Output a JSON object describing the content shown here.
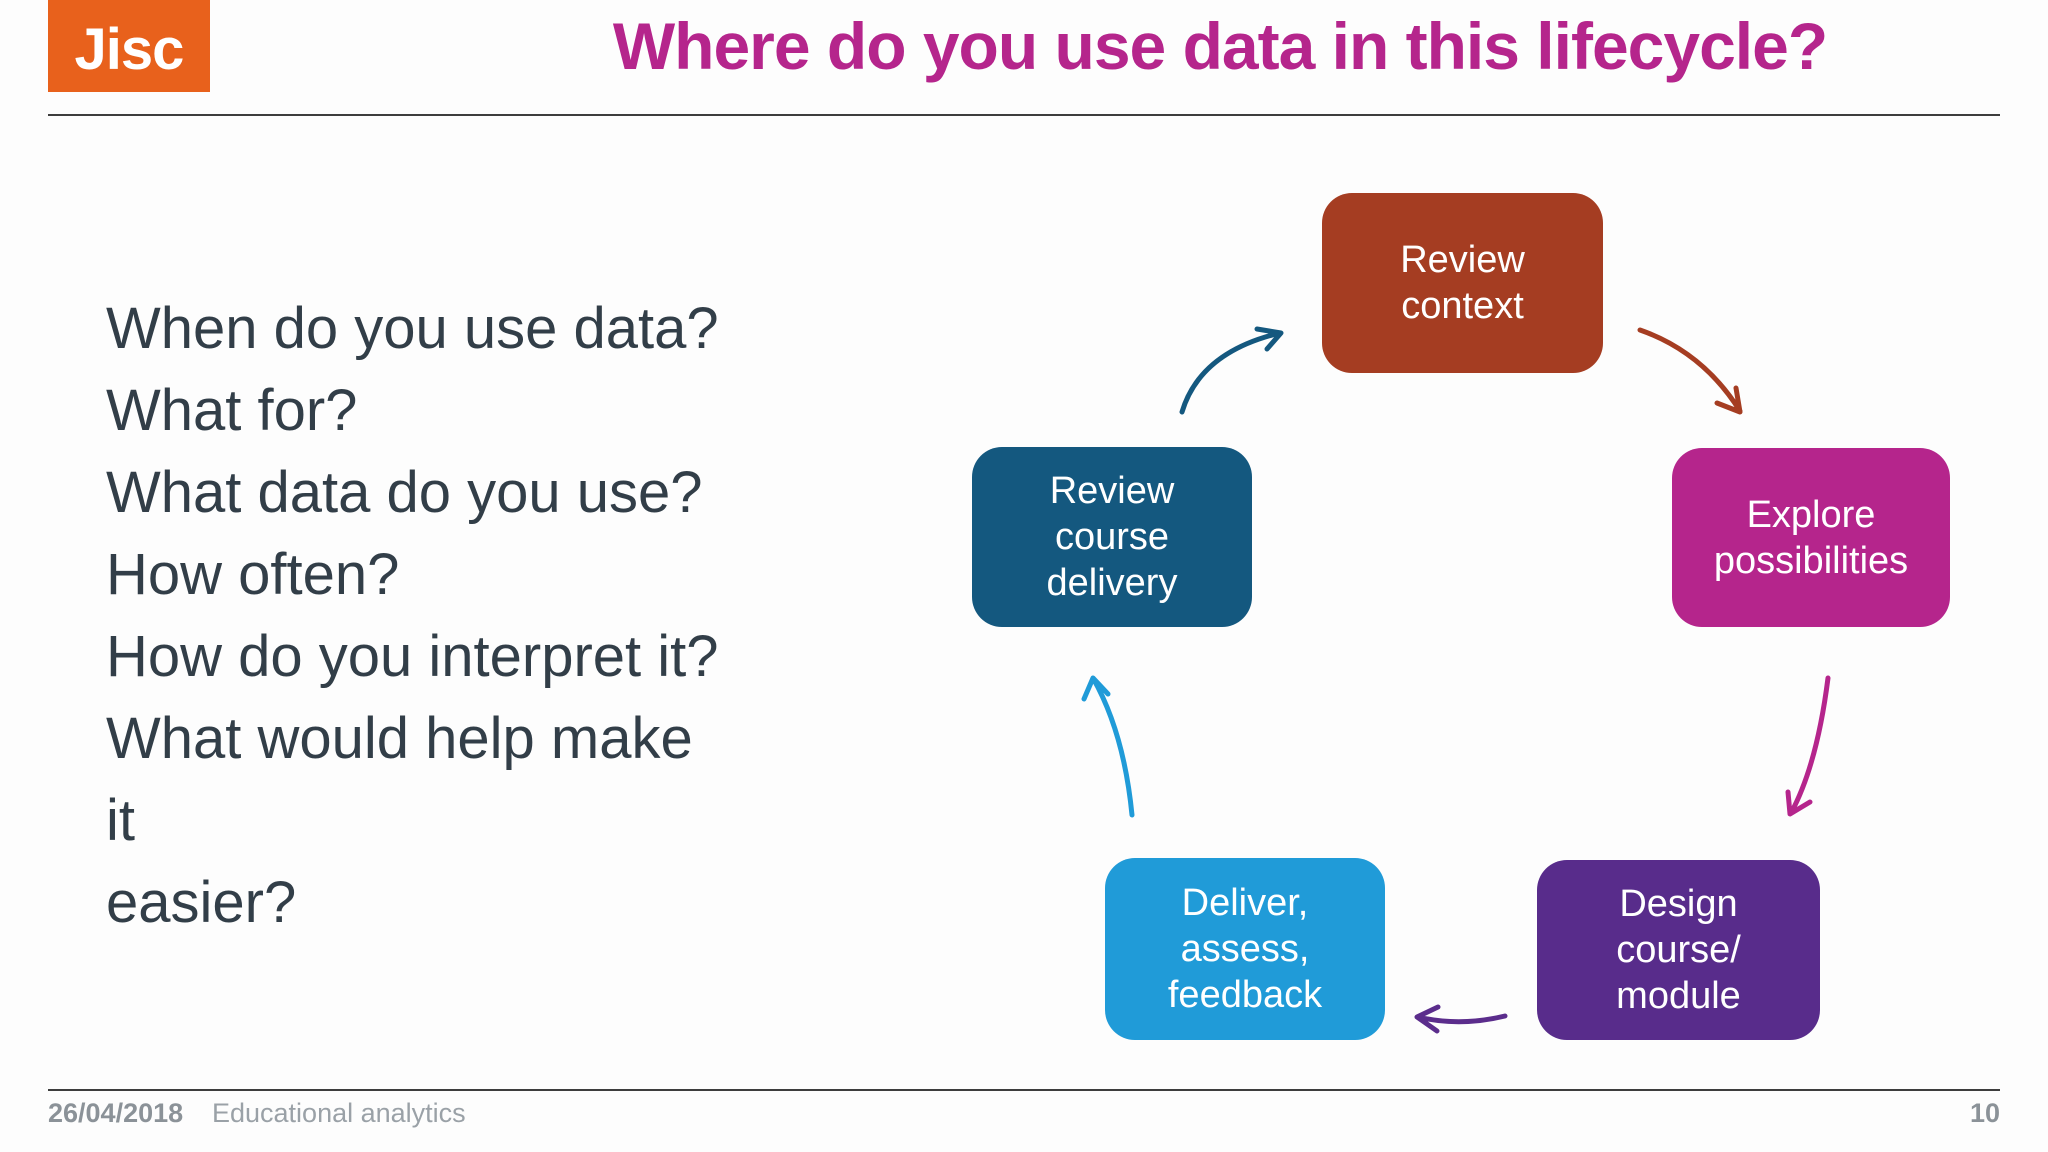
{
  "header": {
    "logo_text": "Jisc",
    "logo_bg": "#e8611c",
    "title": "Where do you use data in this lifecycle?",
    "title_color": "#b5258c"
  },
  "questions": {
    "text_color": "#323e48",
    "lines": [
      "When do you use data?",
      "What for?",
      "What data do you use?",
      "How often?",
      "How do you interpret it?",
      "What would help make it",
      "easier?"
    ]
  },
  "cycle": {
    "boxes": [
      {
        "id": "review-context",
        "lines": [
          "Review",
          "context"
        ],
        "color": "#a53d22"
      },
      {
        "id": "explore-possibilities",
        "lines": [
          "Explore",
          "possibilities"
        ],
        "color": "#b5258c"
      },
      {
        "id": "design-course-module",
        "lines": [
          "Design",
          "course/",
          "module"
        ],
        "color": "#582c8b"
      },
      {
        "id": "deliver-assess-feedback",
        "lines": [
          "Deliver,",
          "assess,",
          "feedback"
        ],
        "color": "#209bd8"
      },
      {
        "id": "review-course-delivery",
        "lines": [
          "Review",
          "course",
          "delivery"
        ],
        "color": "#14587f"
      }
    ],
    "arrows": [
      {
        "id": "review-course-delivery-to-review-context",
        "color": "#14587f"
      },
      {
        "id": "review-context-to-explore-possibilities",
        "color": "#a53d22"
      },
      {
        "id": "explore-possibilities-to-design-course",
        "color": "#b5258c"
      },
      {
        "id": "design-course-to-deliver-assess",
        "color": "#5b2d8c"
      },
      {
        "id": "deliver-assess-to-review-course-delivery",
        "color": "#209bd8"
      }
    ]
  },
  "footer": {
    "date": "26/04/2018",
    "label": "Educational analytics",
    "page_number": "10"
  }
}
